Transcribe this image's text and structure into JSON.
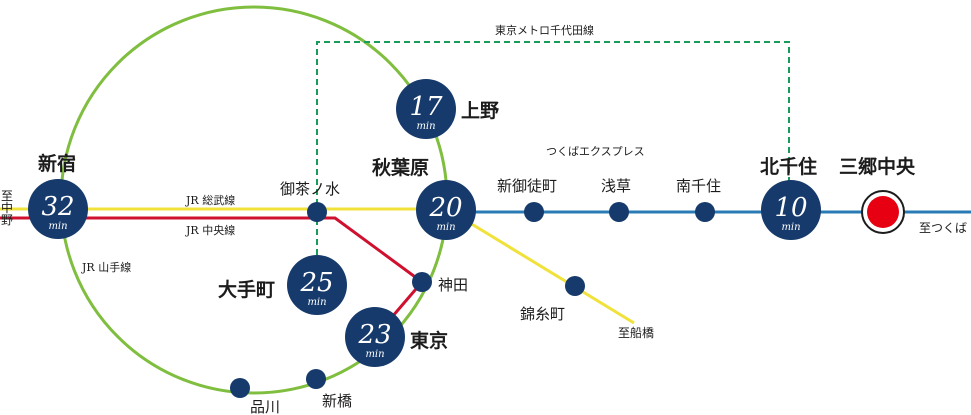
{
  "lines": {
    "chiyoda": "東京メトロ千代田線",
    "tsukuba": "つくばエクスプレス",
    "sobu": "JR 総武線",
    "chuo": "JR 中央線",
    "yamanote": "JR 山手線"
  },
  "stations": {
    "shinjuku": "新宿",
    "ochanomizu": "御茶ノ水",
    "akihabara": "秋葉原",
    "ueno": "上野",
    "shinokachimachi": "新御徒町",
    "asakusa": "浅草",
    "minamisenju": "南千住",
    "kitasenju": "北千住",
    "misatochuo": "三郷中央",
    "otemachi": "大手町",
    "kanda": "神田",
    "tokyo": "東京",
    "kinshicho": "錦糸町",
    "shinagawa": "品川",
    "shimbashi": "新橋"
  },
  "times": {
    "shinjuku": "32",
    "ueno": "17",
    "akihabara": "20",
    "kitasenju": "10",
    "otemachi": "25",
    "tokyo": "23",
    "unit": "min"
  },
  "directions": {
    "nakano": "至中野",
    "tsukuba": "至つくば",
    "funabashi": "至船橋"
  },
  "colors": {
    "navy": "#163a6b",
    "yamanote": "#7fbe3f",
    "sobu": "#f0e23a",
    "chuo": "#d0102f",
    "tsukuba": "#2a7bb5",
    "chiyoda": "#179c5a",
    "origin": "#e60012"
  }
}
